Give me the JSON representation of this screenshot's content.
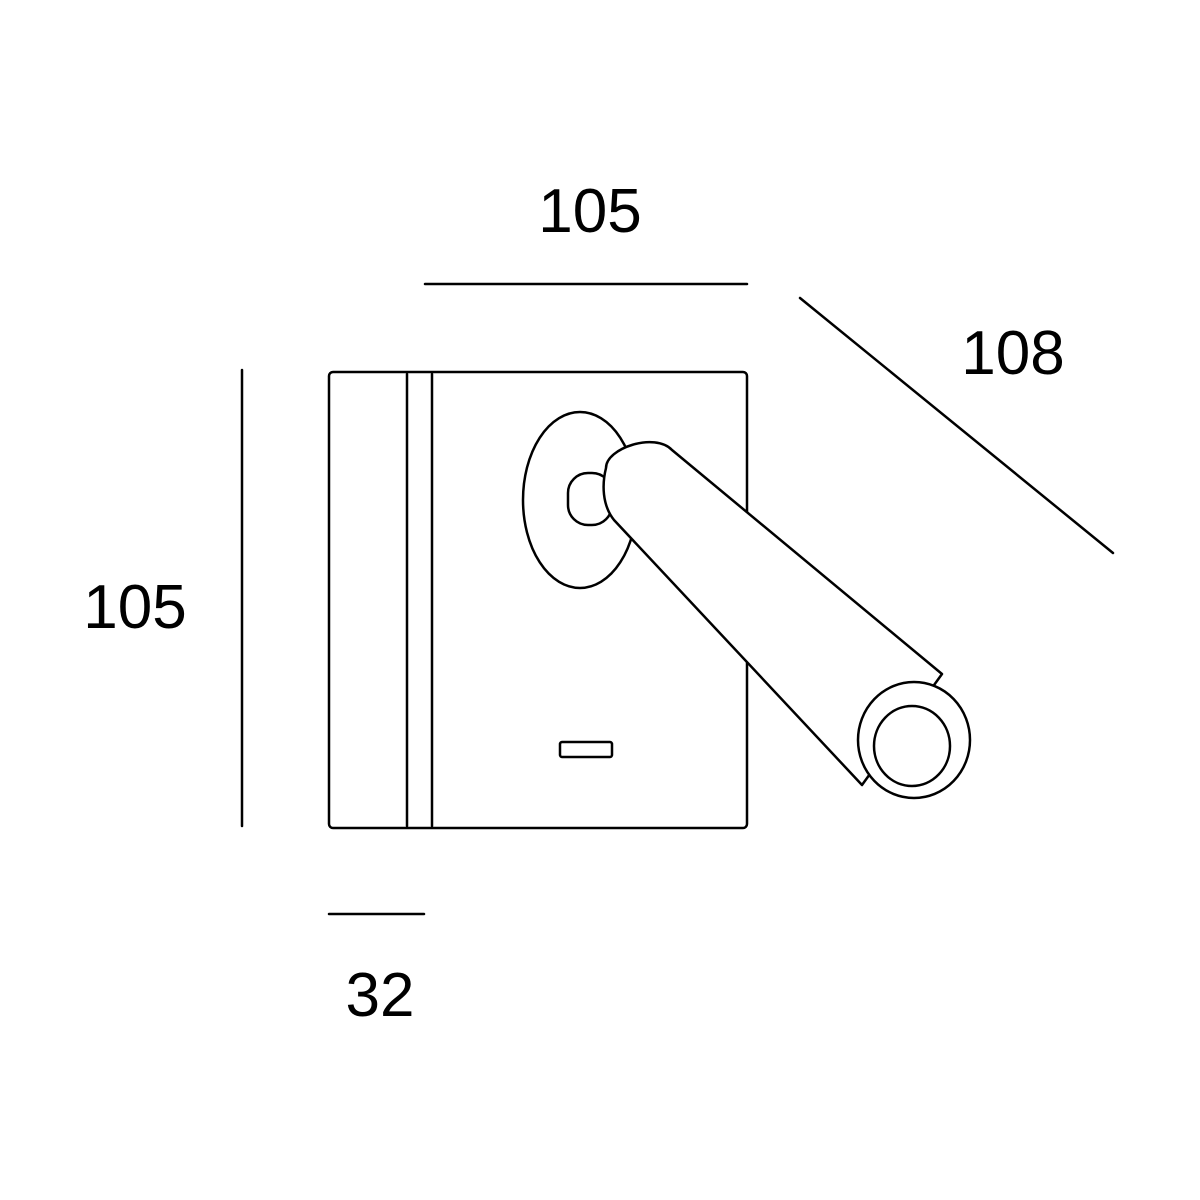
{
  "dimensions": {
    "width": "105",
    "height": "105",
    "depth": "32",
    "arm_reach": "108"
  },
  "colors": {
    "line": "#000000",
    "background": "#ffffff"
  }
}
